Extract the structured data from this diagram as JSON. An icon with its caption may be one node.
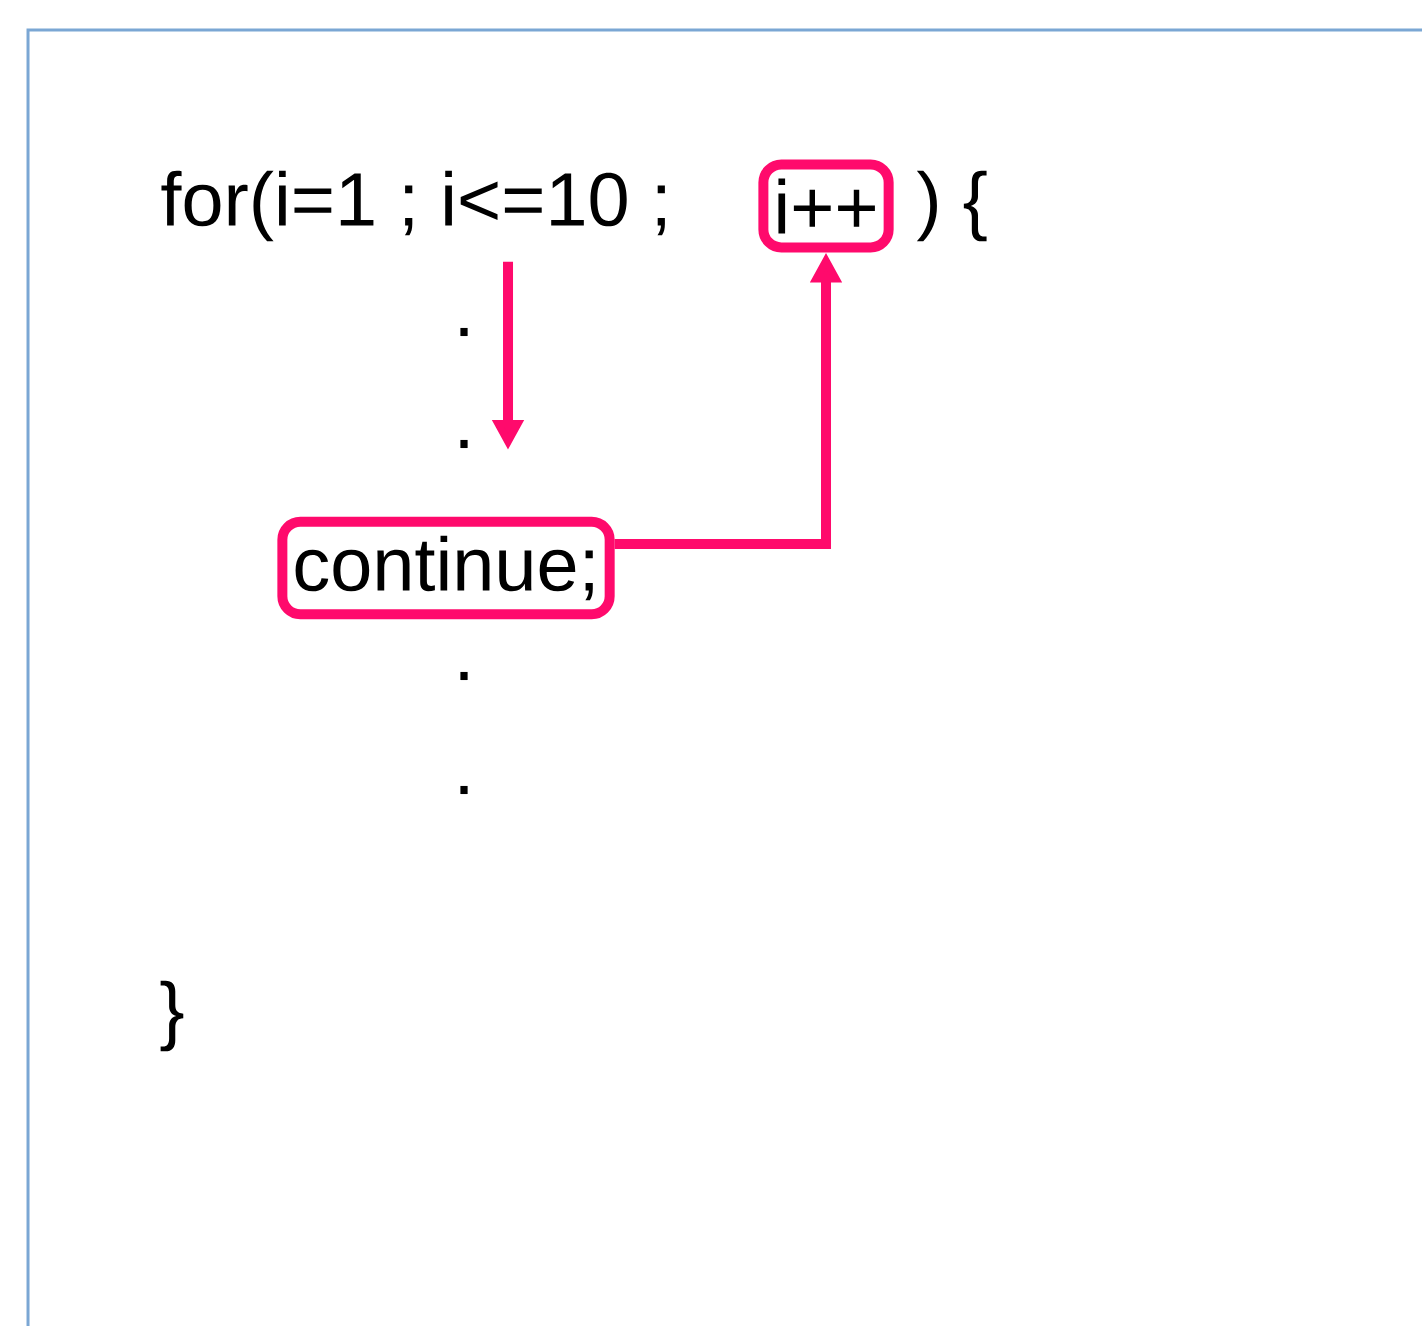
{
  "diagram": {
    "nodes": [
      {
        "text": [
          "for(i=1 ; i<=10 ;"
        ]
      },
      {
        "text": [
          "i++"
        ]
      },
      {
        "text": [
          "continue;"
        ]
      }
    ],
    "edges": [
      {
        "from": 0,
        "to": null,
        "arrow": "to"
      },
      {
        "from": 2,
        "to": 1,
        "arrow": "to"
      }
    ],
    "labels": [
      ") {",
      ".",
      ".",
      ".",
      ".",
      "}"
    ]
  }
}
